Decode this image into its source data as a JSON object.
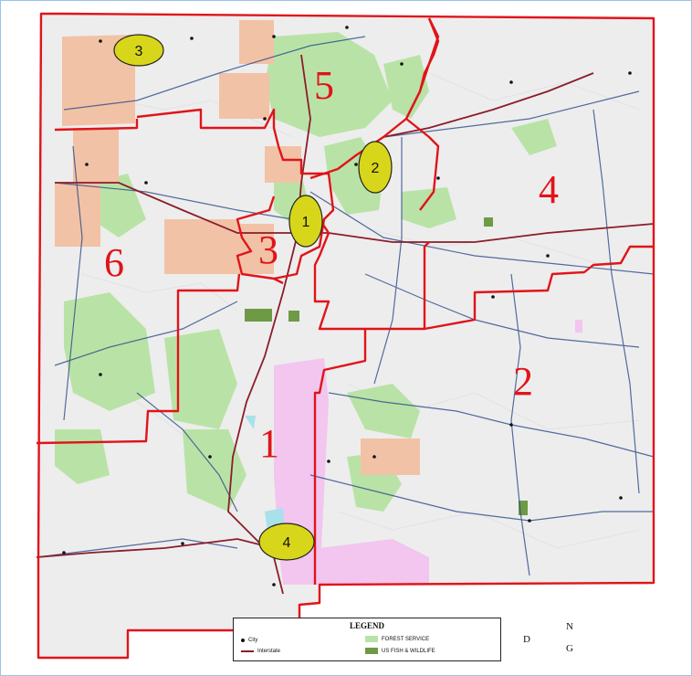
{
  "map": {
    "district_labels": [
      "1",
      "2",
      "3",
      "4",
      "5",
      "6"
    ],
    "office_markers": [
      "1",
      "2",
      "3",
      "4"
    ],
    "colors": {
      "boundary": "#e0141a",
      "forest": "#b9e3a6",
      "tribal": "#f2c2a6",
      "military": "#f2c6ee",
      "wildlife": "#6f9a45",
      "marker": "#d8d61a",
      "interstate": "#8b1d2a"
    }
  },
  "legend": {
    "title": "LEGEND",
    "city": "City",
    "interstate": "Interstate",
    "forest": "FOREST SERVICE",
    "wildlife": "US FISH & WILDLIFE"
  },
  "letters": [
    "N",
    "D",
    "G"
  ]
}
